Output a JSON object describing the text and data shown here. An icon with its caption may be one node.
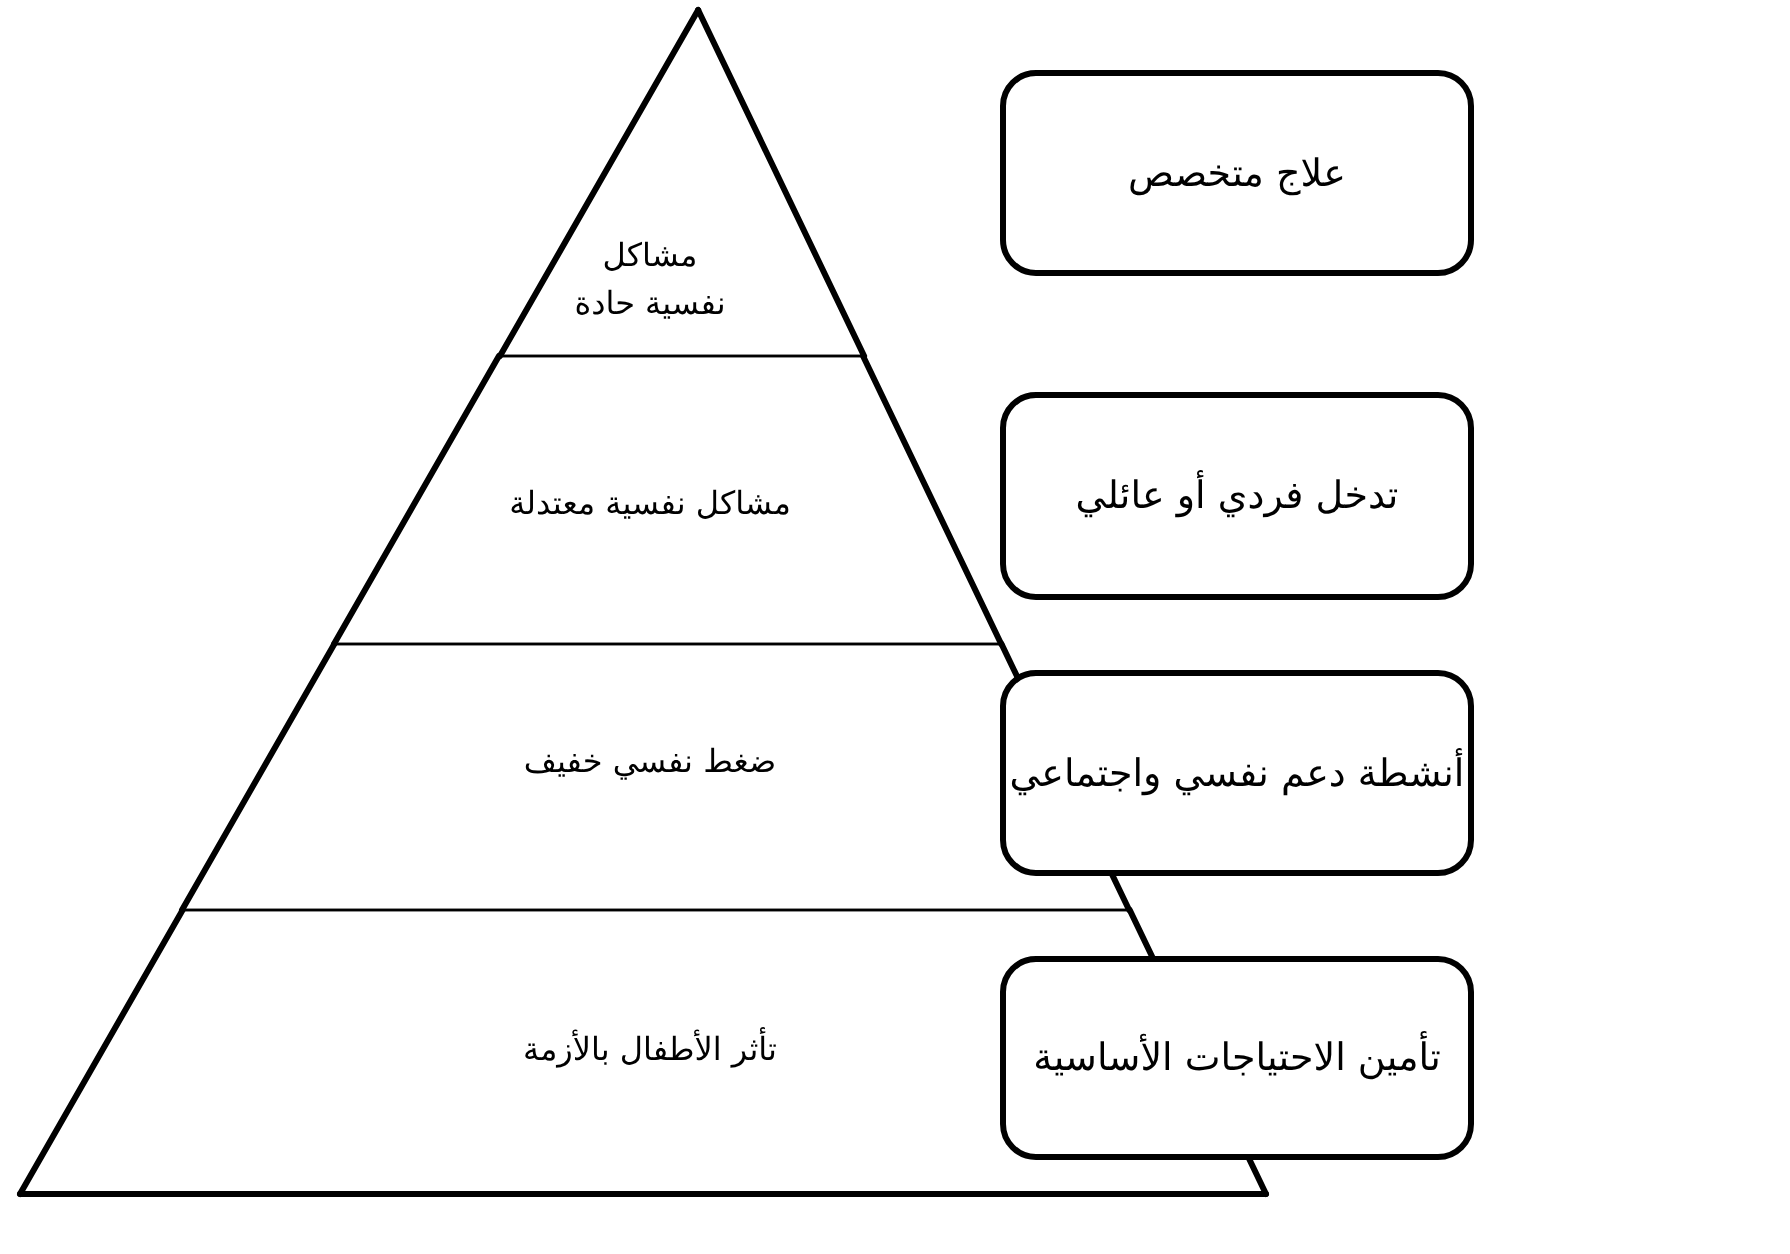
{
  "diagram": {
    "nodes": [
      {
        "text": [
          "مشاكل نفسية حادة"
        ]
      },
      {
        "text": [
          "مشاكل نفسية معتدلة"
        ]
      },
      {
        "text": [
          "ضغط نفسي خفيف"
        ]
      },
      {
        "text": [
          "تأثر الأطفال بالأزمة"
        ]
      },
      {
        "text": [
          "علاج متخصص"
        ]
      },
      {
        "text": [
          "تدخل فردي أو عائلي"
        ]
      },
      {
        "text": [
          "أنشطة دعم نفسي واجتماعي"
        ]
      },
      {
        "text": [
          "تأمين الاحتياجات الأساسية"
        ]
      }
    ]
  }
}
